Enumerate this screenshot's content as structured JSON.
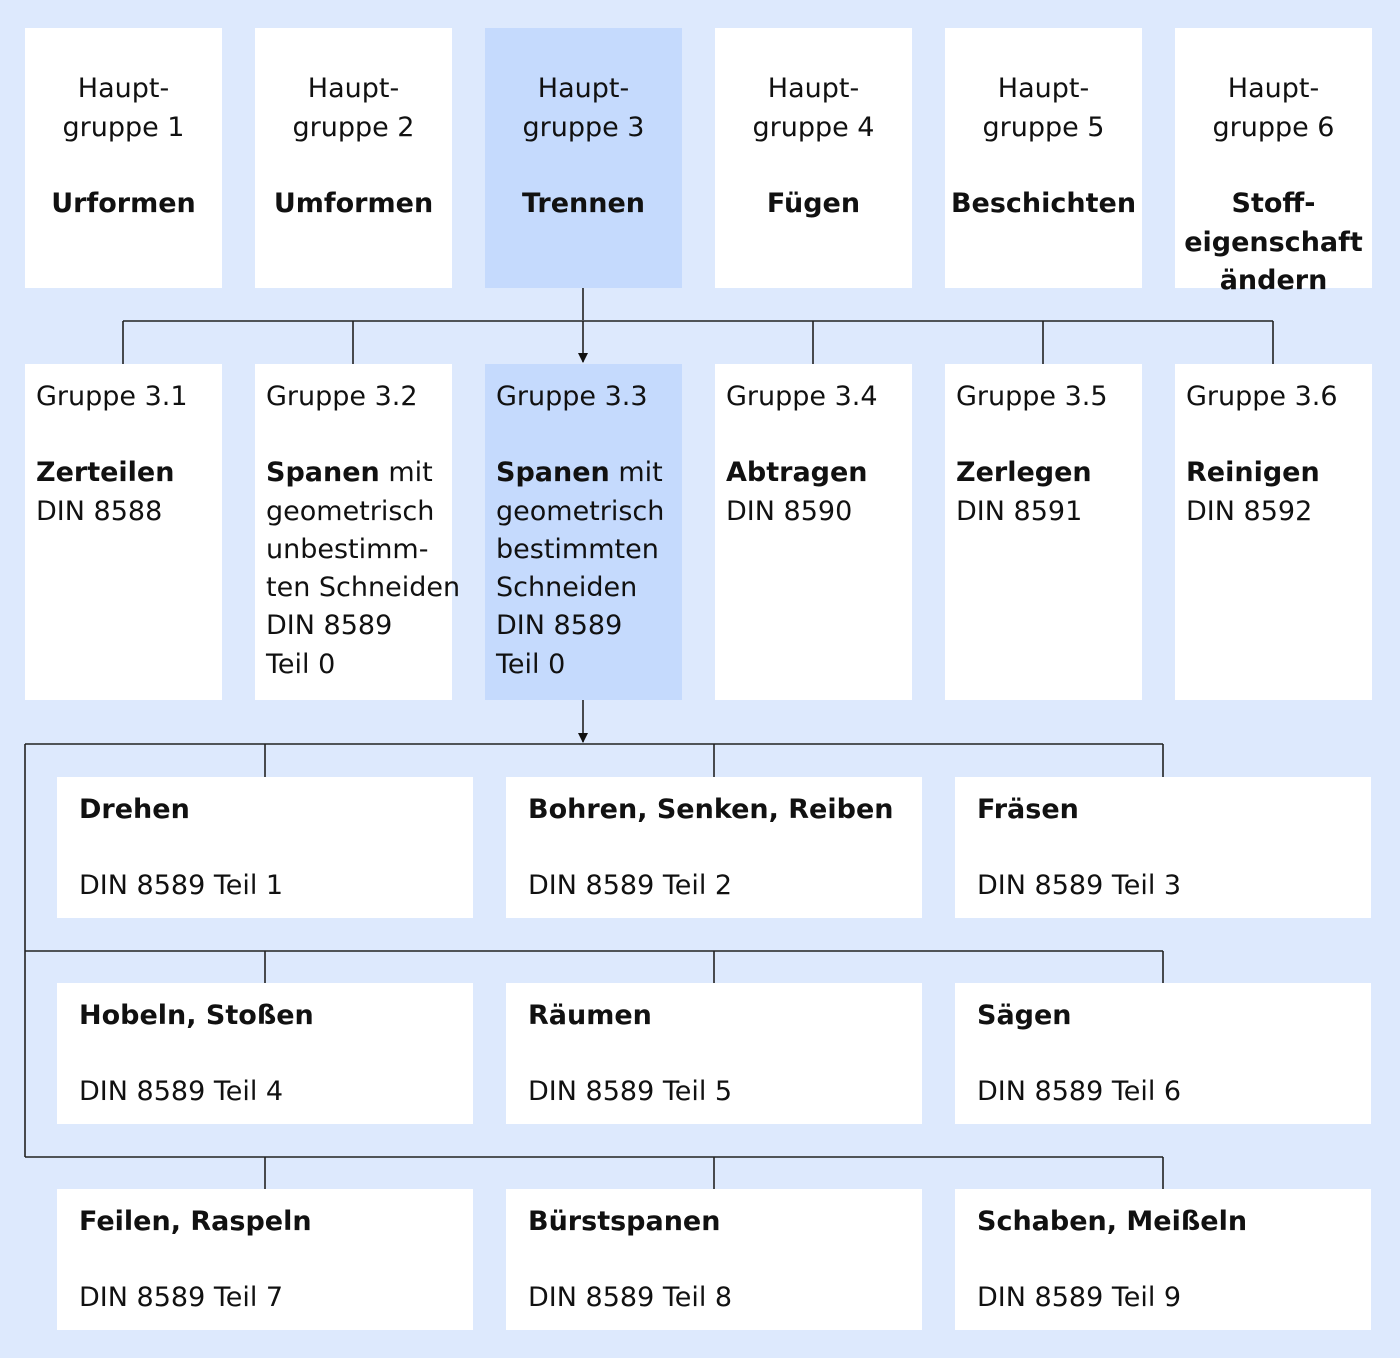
{
  "hauptgruppen": [
    {
      "label": "Haupt-\ngruppe 1",
      "name": "Urformen"
    },
    {
      "label": "Haupt-\ngruppe 2",
      "name": "Umformen"
    },
    {
      "label": "Haupt-\ngruppe 3",
      "name": "Trennen"
    },
    {
      "label": "Haupt-\ngruppe 4",
      "name": "Fügen"
    },
    {
      "label": "Haupt-\ngruppe 5",
      "name": "Beschichten"
    },
    {
      "label": "Haupt-\ngruppe 6",
      "name": "Stoff-\neigenschaft\nändern"
    }
  ],
  "gruppen": [
    {
      "label": "Gruppe 3.1",
      "name": "Zerteilen",
      "rest": "",
      "din": "DIN 8588"
    },
    {
      "label": "Gruppe 3.2",
      "name": "Spanen",
      "rest": " mit\ngeometrisch\nunbestimm-\nten Schneiden",
      "din": "DIN 8589\nTeil 0"
    },
    {
      "label": "Gruppe 3.3",
      "name": "Spanen",
      "rest": " mit\ngeometrisch\nbestimmten\nSchneiden",
      "din": "DIN 8589\nTeil 0"
    },
    {
      "label": "Gruppe 3.4",
      "name": "Abtragen",
      "rest": "",
      "din": "DIN 8590"
    },
    {
      "label": "Gruppe 3.5",
      "name": "Zerlegen",
      "rest": "",
      "din": "DIN 8591"
    },
    {
      "label": "Gruppe 3.6",
      "name": "Reinigen",
      "rest": "",
      "din": "DIN 8592"
    }
  ],
  "verfahren": [
    {
      "name": "Drehen",
      "din": "DIN 8589 Teil 1"
    },
    {
      "name": "Bohren, Senken, Reiben",
      "din": "DIN 8589 Teil 2"
    },
    {
      "name": "Fräsen",
      "din": "DIN 8589 Teil 3"
    },
    {
      "name": "Hobeln, Stoßen",
      "din": "DIN 8589 Teil 4"
    },
    {
      "name": "Räumen",
      "din": "DIN 8589 Teil 5"
    },
    {
      "name": "Sägen",
      "din": "DIN 8589 Teil 6"
    },
    {
      "name": "Feilen, Raspeln",
      "din": "DIN 8589 Teil 7"
    },
    {
      "name": "Bürstspanen",
      "din": "DIN 8589 Teil 8"
    },
    {
      "name": "Schaben, Meißeln",
      "din": "DIN 8589 Teil 9"
    }
  ],
  "colors": {
    "background": "#dde9fd",
    "box": "#ffffff",
    "highlight": "#c5dafd",
    "line": "#222222"
  }
}
